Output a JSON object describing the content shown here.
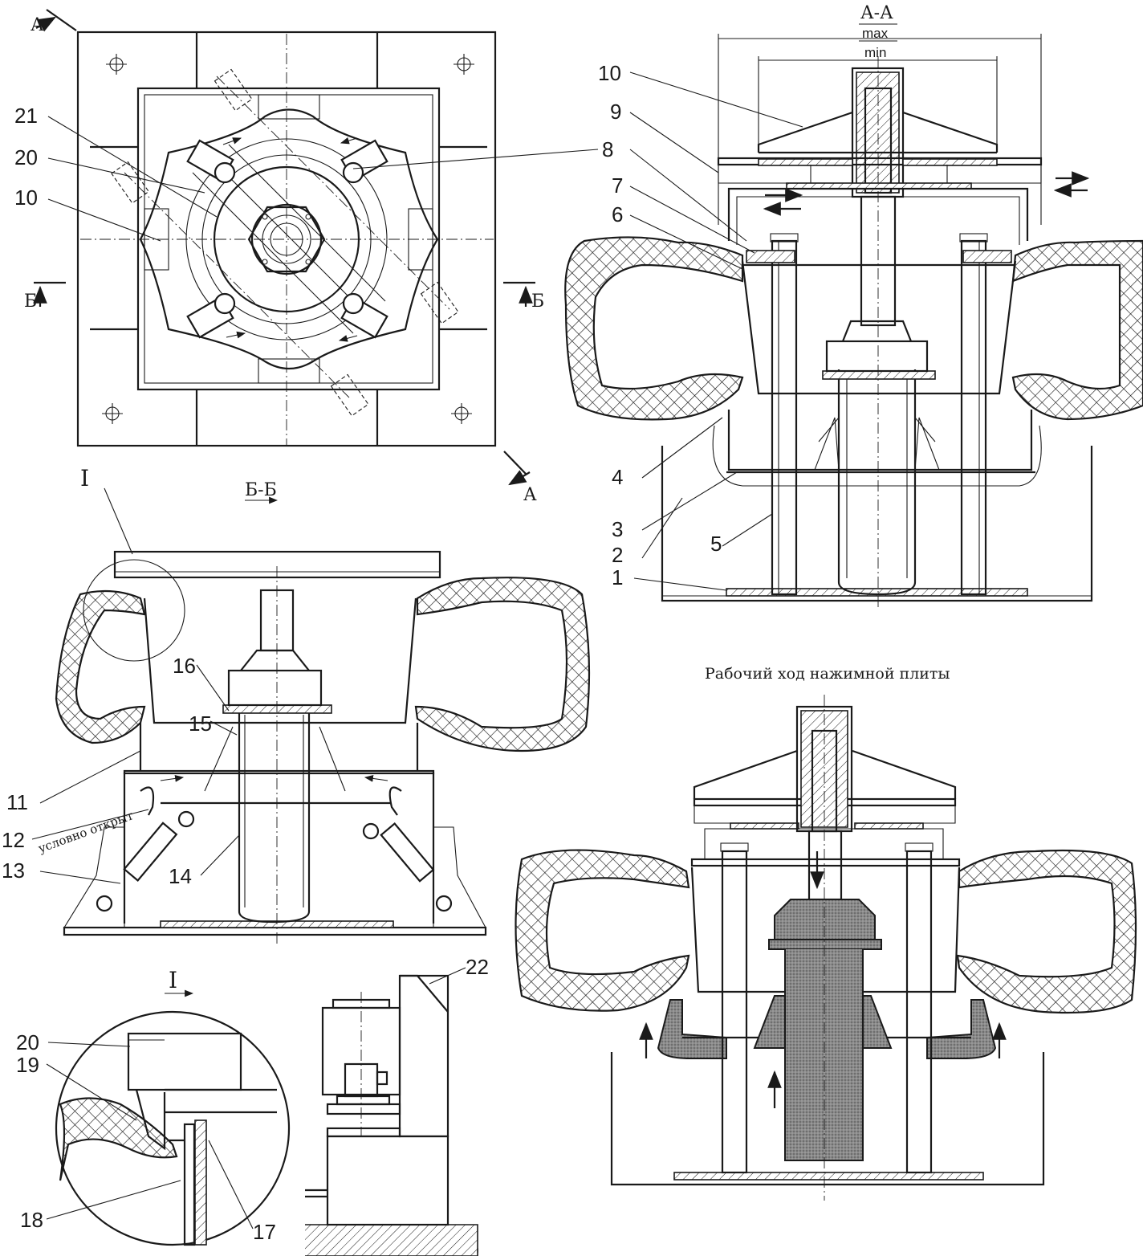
{
  "labels": {
    "n1": "1",
    "n2": "2",
    "n3": "3",
    "n4": "4",
    "n5": "5",
    "n6": "6",
    "n7": "7",
    "n8": "8",
    "n9": "9",
    "n10": "10",
    "n10b": "10",
    "n11": "11",
    "n12": "12",
    "n13": "13",
    "n14": "14",
    "n15": "15",
    "n16": "16",
    "n17": "17",
    "n18": "18",
    "n19": "19",
    "n20": "20",
    "n20b": "20",
    "n21": "21",
    "n22": "22"
  },
  "sections": {
    "aa_top_left": "А",
    "aa_bottom_right": "А",
    "bb_left": "Б",
    "bb_right": "Б",
    "aa_title": "А-А",
    "max": "max",
    "min": "min",
    "bb_title": "Б-Б",
    "detail_marker": "I",
    "detail_title": "I"
  },
  "annotations": {
    "open_note": "условно открыт",
    "caption_stroke": "Рабочий ход нажимной плиты"
  },
  "colors": {
    "line": "#1a1a1a",
    "paper": "#ffffff",
    "shade": "#7a7a7a"
  }
}
